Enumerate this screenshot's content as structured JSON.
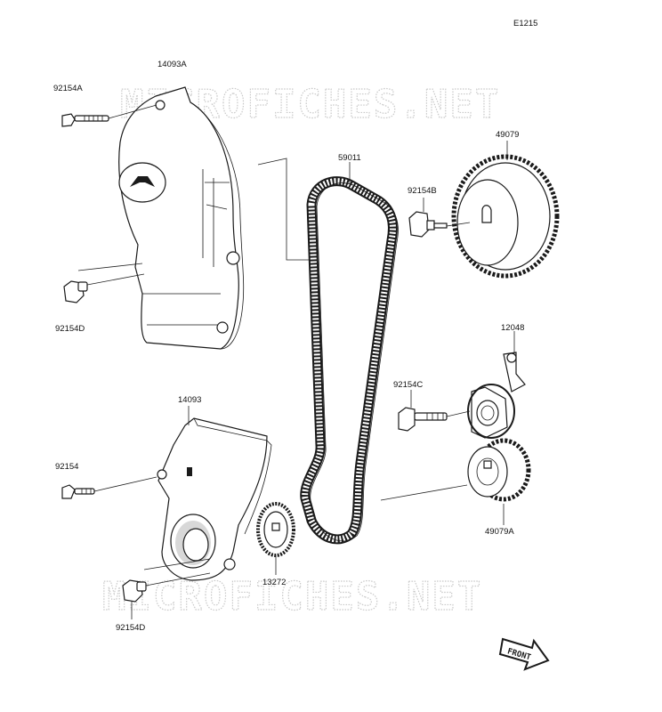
{
  "diagram_code": "E1215",
  "watermark": "MICROFICHES.NET",
  "front_label": "FRONT",
  "parts": {
    "cover_upper": "14093A",
    "bolt_upper_top": "92154A",
    "bolt_upper_bottom": "92154D",
    "belt": "59011",
    "pulley_bolt": "92154B",
    "cam_pulley": "49079",
    "tensioner_arm": "12048",
    "tensioner_bolt": "92154C",
    "cover_lower": "14093",
    "bolt_lower_top": "92154",
    "crank_plate": "13272",
    "crank_pulley": "49079A",
    "bolt_lower_bottom": "92154D"
  }
}
